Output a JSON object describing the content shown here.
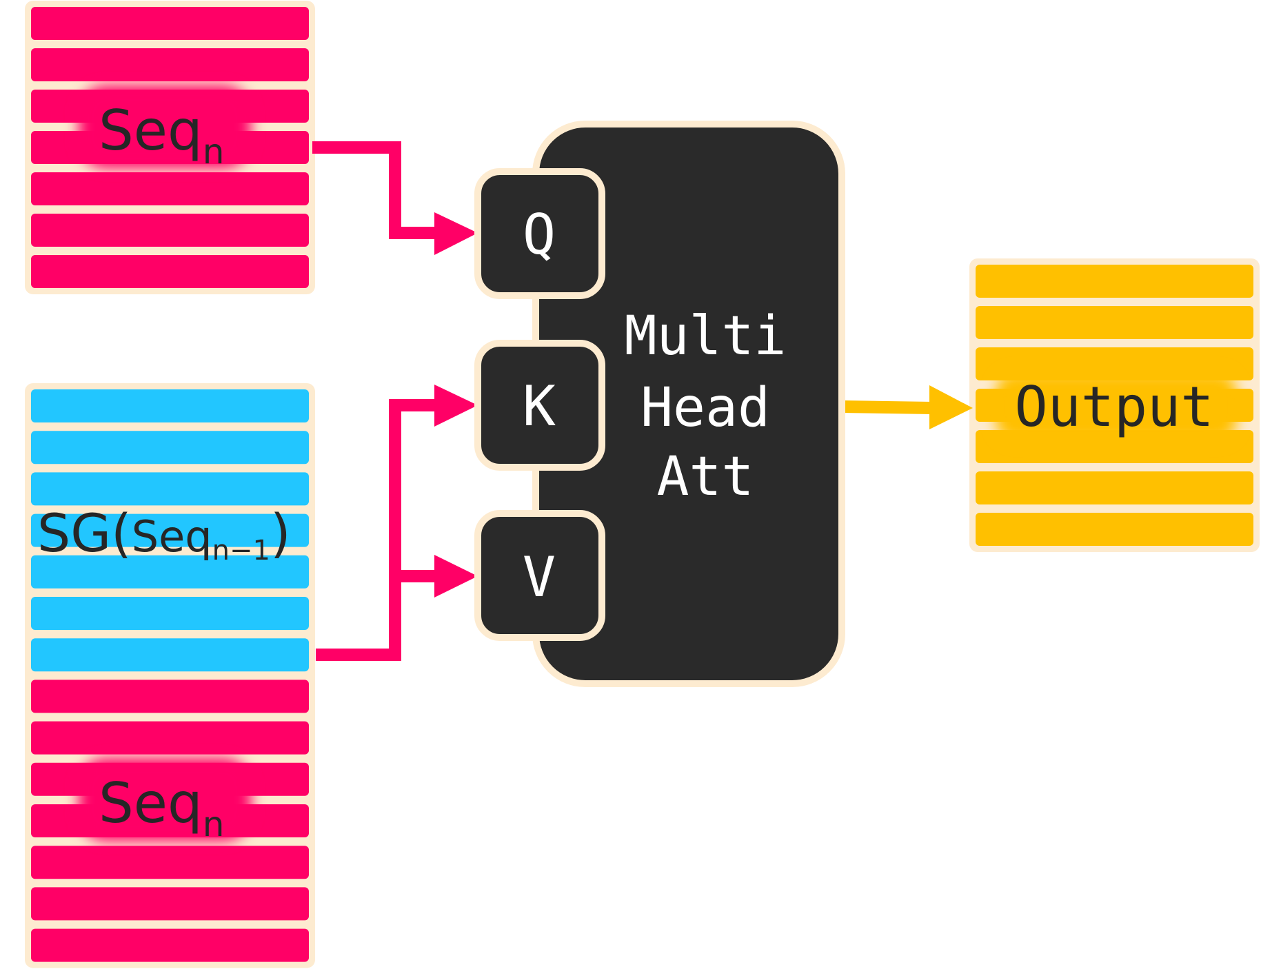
{
  "colors": {
    "pink": "#ff0066",
    "cyan": "#22c6ff",
    "yellow": "#ffc000",
    "outline": "#fdebd0",
    "dark": "#2a2a2a",
    "text_light": "#ffffff",
    "text_dark": "#262626"
  },
  "top_stack": {
    "label": "Seq",
    "subscript": "n",
    "rows": [
      "pink",
      "pink",
      "pink",
      "pink",
      "pink",
      "pink",
      "pink"
    ]
  },
  "bottom_stack": {
    "sg_label": "SG(",
    "sg_inner": "Seq",
    "sg_subscript": "n−1",
    "sg_close": ")",
    "seq_label": "Seq",
    "seq_subscript": "n",
    "rows": [
      "cyan",
      "cyan",
      "cyan",
      "cyan",
      "cyan",
      "cyan",
      "cyan",
      "pink",
      "pink",
      "pink",
      "pink",
      "pink",
      "pink",
      "pink"
    ]
  },
  "attention": {
    "q_label": "Q",
    "k_label": "K",
    "v_label": "V",
    "title_line1": "Multi",
    "title_line2": "Head",
    "title_line3": "Att"
  },
  "output": {
    "label": "Output",
    "rows": [
      "yellow",
      "yellow",
      "yellow",
      "yellow",
      "yellow",
      "yellow",
      "yellow"
    ]
  }
}
